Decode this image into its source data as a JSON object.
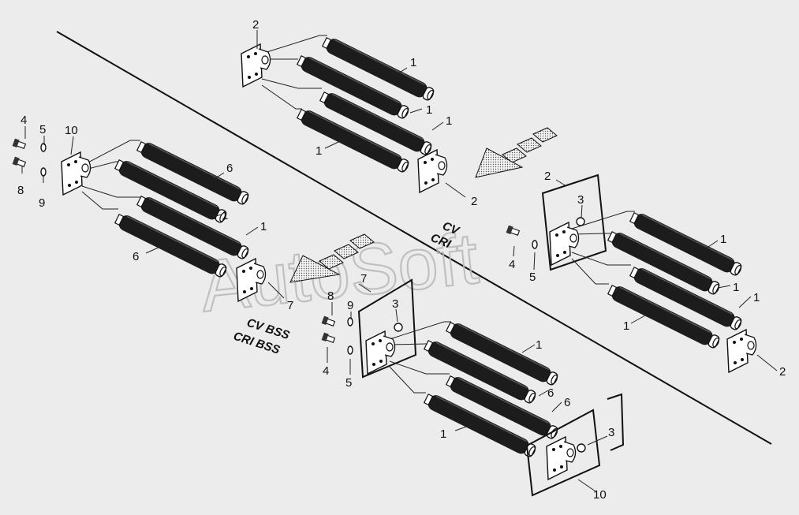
{
  "watermark": "AutoSoft",
  "tags": {
    "center_top": "CV",
    "center_bottom": "CRI",
    "left_top": "CV BSS",
    "left_bottom": "CRI BSS"
  },
  "callouts": {
    "top": [
      "2",
      "1",
      "1",
      "1",
      "1",
      "2"
    ],
    "left": [
      "4",
      "5",
      "10",
      "8",
      "9",
      "6",
      "1",
      "1",
      "6",
      "7"
    ],
    "right": [
      "2",
      "3",
      "4",
      "5",
      "1",
      "1",
      "1",
      "1",
      "2"
    ],
    "bottom": [
      "8",
      "7",
      "9",
      "3",
      "4",
      "5",
      "1",
      "6",
      "6",
      "1",
      "3",
      "10"
    ]
  },
  "colors": {
    "line": "#111111",
    "roller": "#1c1c1c",
    "background": "#ececec",
    "watermark": "#b9b9b9"
  }
}
